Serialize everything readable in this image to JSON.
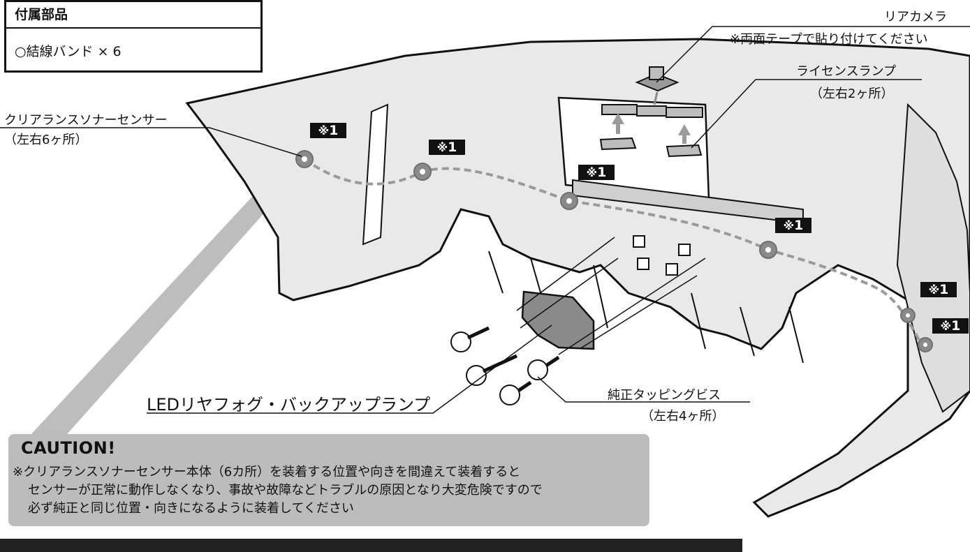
{
  "accessories": {
    "title": "付属部品",
    "item": "○結線バンド × 6"
  },
  "labels": {
    "rear_camera": "リアカメラ",
    "rear_camera_note": "※両面テープで貼り付けてください",
    "license_lamp": "ライセンスランプ",
    "license_lamp_count": "（左右2ヶ所）",
    "sonar_sensor": "クリアランスソナーセンサー",
    "sonar_sensor_count": "（左右6ヶ所）",
    "fog_lamp": "LEDリヤフォグ・バックアップランプ",
    "screw": "純正タッピングビス",
    "screw_count": "（左右4ヶ所）"
  },
  "marker": {
    "symbol": "※",
    "number": "1"
  },
  "caution": {
    "title": "CAUTION!",
    "lines": [
      "※クリアランスソナーセンサー本体（6カ所）を装着する位置や向きを間違えて装着すると",
      "センサーが正常に動作しなくなり、事故や故障などトラブルの原因となり大変危険ですので",
      "必ず純正と同じ位置・向きになるように装着してください"
    ]
  }
}
